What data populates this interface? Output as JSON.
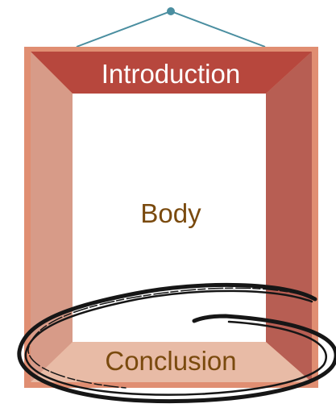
{
  "diagram": {
    "top_label": "Introduction",
    "middle_label": "Body",
    "bottom_label": "Conclusion"
  },
  "colors": {
    "string": "#4a8ea0",
    "nail": "#4a8ea0",
    "frame_outer": "#e08e72",
    "frame_top": "#b7473d",
    "frame_left": "#d79b88",
    "frame_right": "#b75e53",
    "frame_bottom": "#e8bba6",
    "label_light": "#ffffff",
    "label_dark": "#7a4a0e",
    "ink": "#161616"
  }
}
